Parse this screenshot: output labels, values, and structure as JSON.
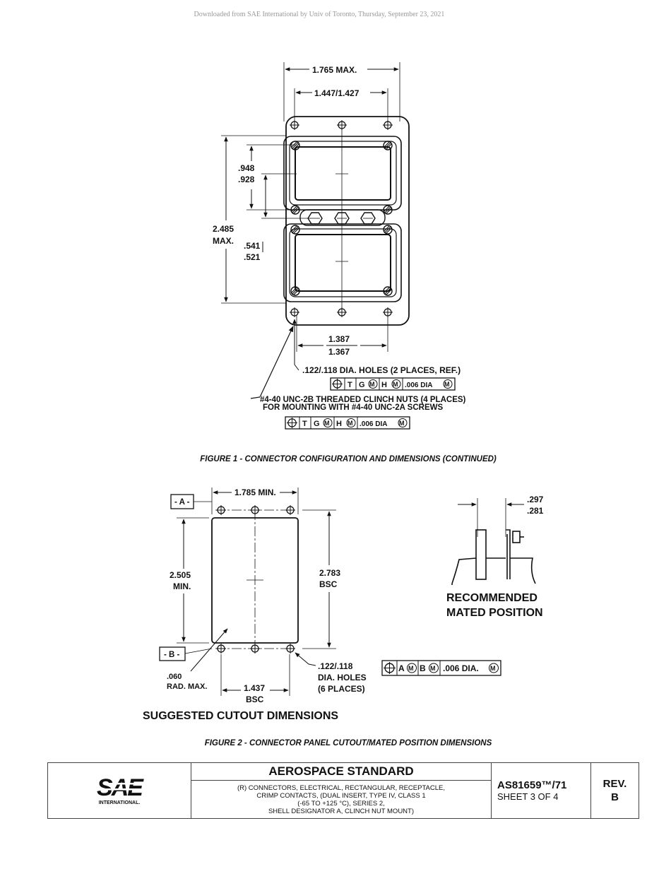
{
  "download_note": "Downloaded from SAE International by Univ of Toronto, Thursday, September 23, 2021",
  "figure1": {
    "dim_width_max": "1.765 MAX.",
    "dim_hole_spacing": "1.447/1.427",
    "dim_window_a": ".948",
    "dim_window_b": ".928",
    "dim_height_a": "2.485",
    "dim_height_b": "MAX.",
    "dim_nut_a": ".541",
    "dim_nut_b": ".521",
    "dim_bottom_a": "1.387",
    "dim_bottom_b": "1.367",
    "note_holes": ".122/.118 DIA. HOLES (2 PLACES, REF.)",
    "note_nuts_1": "#4-40 UNC-2B THREADED CLINCH NUTS (4 PLACES)",
    "note_nuts_2": "FOR MOUNTING WITH #4-40 UNC-2A SCREWS",
    "fcf": [
      "T",
      "G",
      "M",
      "H",
      "M",
      ".006 DIA",
      "M"
    ],
    "caption": "FIGURE 1 - CONNECTOR CONFIGURATION AND DIMENSIONS (CONTINUED)"
  },
  "figure2": {
    "datum_a": "- A -",
    "datum_b": "- B -",
    "dim_width_min": "1.785 MIN.",
    "dim_height_a": "2.505",
    "dim_height_b": "MIN.",
    "dim_bsc_a": "2.783",
    "dim_bsc_b": "BSC",
    "dim_rad_a": ".060",
    "dim_rad_b": "RAD. MAX.",
    "dim_bottom_a": "1.437",
    "dim_bottom_b": "BSC",
    "note_holes_1": ".122/.118",
    "note_holes_2": "DIA. HOLES",
    "note_holes_3": "(6 PLACES)",
    "cutout_label": "SUGGESTED CUTOUT DIMENSIONS",
    "mated_dim_a": ".297",
    "mated_dim_b": ".281",
    "mated_label_1": "RECOMMENDED",
    "mated_label_2": "MATED POSITION",
    "fcf": [
      "A",
      "M",
      "B",
      "M",
      ".006 DIA.",
      "M"
    ],
    "caption": "FIGURE 2 - CONNECTOR PANEL CUTOUT/MATED POSITION DIMENSIONS"
  },
  "title_block": {
    "logo_mark": "SAE",
    "logo_sub": "INTERNATIONAL.",
    "standard": "AEROSPACE STANDARD",
    "title_lines": [
      "(R) CONNECTORS, ELECTRICAL, RECTANGULAR, RECEPTACLE,",
      "CRIMP CONTACTS, (DUAL INSERT, TYPE IV, CLASS 1",
      "(-65 TO +125 °C), SERIES 2,",
      "SHELL DESIGNATOR A, CLINCH NUT MOUNT)"
    ],
    "doc_number": "AS81659™/71",
    "sheet": "SHEET 3 OF 4",
    "rev_label": "REV.",
    "rev_value": "B"
  },
  "colors": {
    "ink": "#111111",
    "sae_blue": "#1f6fb5",
    "border": "#444444"
  }
}
